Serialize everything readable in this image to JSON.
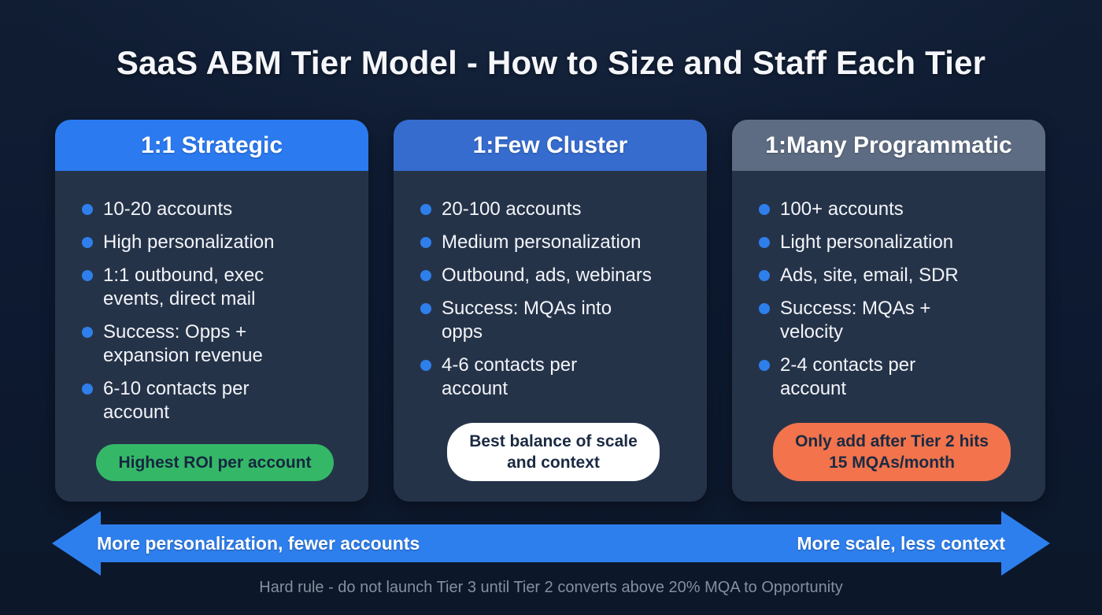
{
  "title": "SaaS ABM Tier Model - How to Size and Staff Each Tier",
  "colors": {
    "page_bg": "#0e1a2d",
    "card_bg": "#253349",
    "bullet_dot": "#2e7feb",
    "arrow": "#2e7fee",
    "tier1_header": "#2b7af0",
    "tier2_header": "#366cce",
    "tier3_header": "#5d6c82",
    "badge_green": "#34b868",
    "badge_white": "#ffffff",
    "badge_orange": "#f2734c",
    "badge_dark_text": "#16273f"
  },
  "tiers": [
    {
      "name": "1:1 Strategic",
      "header_bg": "#2b7af0",
      "bullets": [
        "10-20 accounts",
        "High personalization",
        "1:1 outbound, exec\nevents, direct mail",
        "Success: Opps +\nexpansion revenue",
        "6-10 contacts per\naccount"
      ],
      "badge": {
        "text": "Highest ROI per account",
        "bg": "#34b868",
        "fg": "#16273f"
      }
    },
    {
      "name": "1:Few Cluster",
      "header_bg": "#366cce",
      "bullets": [
        "20-100 accounts",
        "Medium personalization",
        "Outbound, ads, webinars",
        "Success: MQAs into\nopps",
        "4-6 contacts per\naccount"
      ],
      "badge": {
        "text": "Best balance of scale\nand context",
        "bg": "#ffffff",
        "fg": "#1b2a42"
      }
    },
    {
      "name": "1:Many Programmatic",
      "header_bg": "#5d6c82",
      "bullets": [
        "100+ accounts",
        "Light personalization",
        "Ads, site, email, SDR",
        "Success: MQAs +\nvelocity",
        "2-4 contacts per\naccount"
      ],
      "badge": {
        "text": "Only add after Tier 2 hits\n15 MQAs/month",
        "bg": "#f2734c",
        "fg": "#1b2a42"
      }
    }
  ],
  "axis": {
    "left_label": "More personalization, fewer accounts",
    "right_label": "More scale, less context",
    "color": "#2e7fee"
  },
  "footer_note": "Hard rule - do not launch Tier 3 until Tier 2 converts above 20% MQA to Opportunity"
}
